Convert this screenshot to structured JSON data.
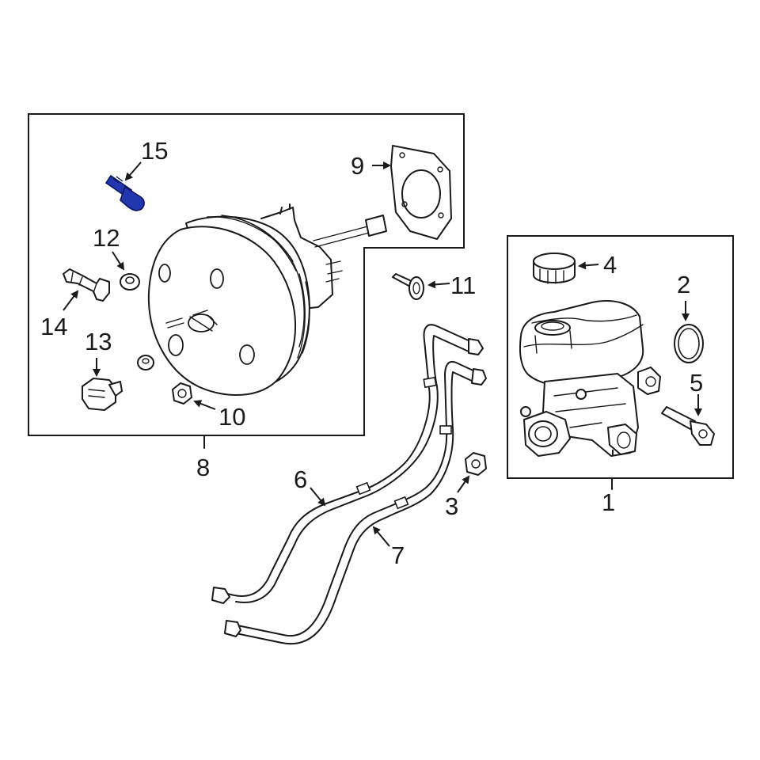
{
  "callouts": [
    {
      "id": "1",
      "label": "1"
    },
    {
      "id": "2",
      "label": "2"
    },
    {
      "id": "3",
      "label": "3"
    },
    {
      "id": "4",
      "label": "4"
    },
    {
      "id": "5",
      "label": "5"
    },
    {
      "id": "6",
      "label": "6"
    },
    {
      "id": "7",
      "label": "7"
    },
    {
      "id": "8",
      "label": "8"
    },
    {
      "id": "9",
      "label": "9"
    },
    {
      "id": "10",
      "label": "10"
    },
    {
      "id": "11",
      "label": "11"
    },
    {
      "id": "12",
      "label": "12"
    },
    {
      "id": "13",
      "label": "13"
    },
    {
      "id": "14",
      "label": "14"
    },
    {
      "id": "15",
      "label": "15"
    }
  ],
  "highlighted_part": "15",
  "colors": {
    "line": "#1a1a1a",
    "highlight": "#2236b0",
    "background": "#ffffff"
  }
}
